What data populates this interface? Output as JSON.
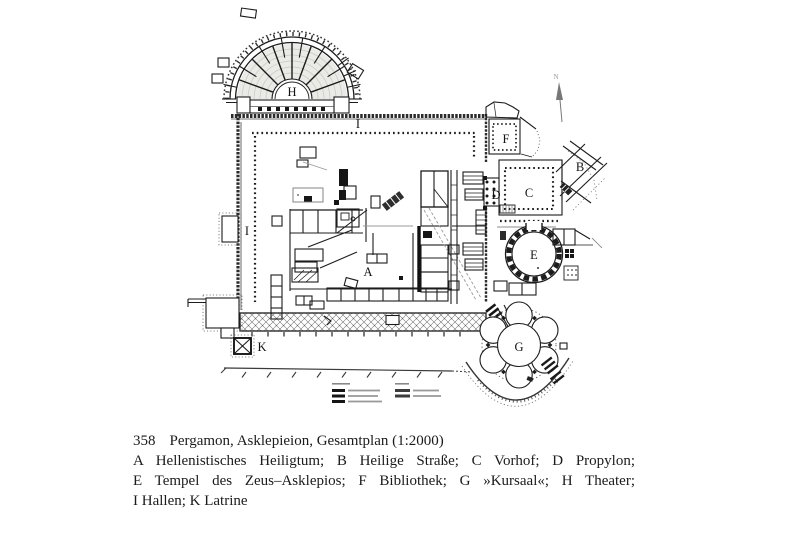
{
  "page": {
    "background": "#ffffff",
    "ink": "#1c1c1c",
    "seating_fill": "#eaeae6"
  },
  "figure": {
    "number": "358",
    "title": "Pergamon, Asklepieion, Gesamtplan (1:2000)",
    "caption_line2": "A Hellenistisches Heiligtum; B Heilige Straße; C Vorhof; D Propylon;",
    "caption_line3": "E Tempel des Zeus–Asklepios; F Bibliothek; G »Kursaal«; H Theater;",
    "caption_line4": "I Hallen; K Latrine"
  },
  "key": [
    {
      "letter": "A",
      "name": "Hellenistisches Heiligtum"
    },
    {
      "letter": "B",
      "name": "Heilige Straße"
    },
    {
      "letter": "C",
      "name": "Vorhof"
    },
    {
      "letter": "D",
      "name": "Propylon"
    },
    {
      "letter": "E",
      "name": "Tempel des Zeus–Asklepios"
    },
    {
      "letter": "F",
      "name": "Bibliothek"
    },
    {
      "letter": "G",
      "name": "»Kursaal«"
    },
    {
      "letter": "H",
      "name": "Theater"
    },
    {
      "letter": "I",
      "name": "Hallen"
    },
    {
      "letter": "K",
      "name": "Latrine"
    }
  ],
  "plan": {
    "scale": "1:2000",
    "north_label": "N",
    "labels": [
      "H",
      "I",
      "I",
      "A",
      "K",
      "F",
      "B",
      "C",
      "D",
      "E",
      "G"
    ]
  }
}
